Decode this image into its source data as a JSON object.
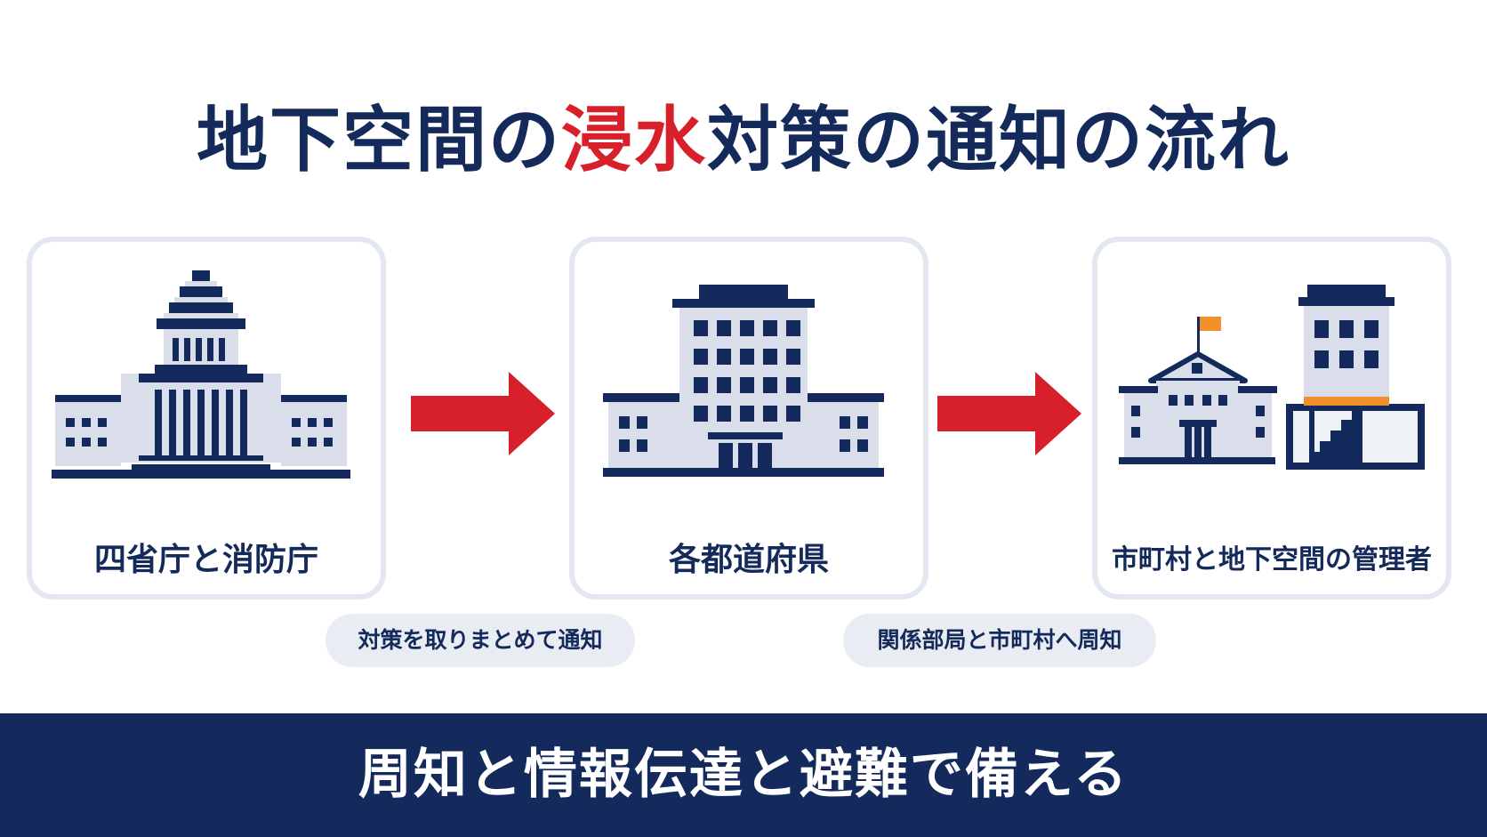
{
  "title": {
    "part1": "地下空間の",
    "accent": "浸水",
    "part2": "対策の通知の流れ"
  },
  "steps": [
    {
      "label": "四省庁と消防庁",
      "icon": "national-diet-building-icon"
    },
    {
      "label": "各都道府県",
      "icon": "prefectural-office-building-icon"
    },
    {
      "label": "市町村と地下空間の管理者",
      "icon": "municipal-building-and-underground-space-icon"
    }
  ],
  "transitions": [
    {
      "label": "対策を取りまとめて通知"
    },
    {
      "label": "関係部局と市町村へ周知"
    }
  ],
  "footer": {
    "text": "周知と情報伝達と避難で備える"
  },
  "colors": {
    "navy": "#142a5c",
    "red": "#d7202a",
    "light_gray": "#e3e7ef",
    "orange": "#f0902a"
  }
}
